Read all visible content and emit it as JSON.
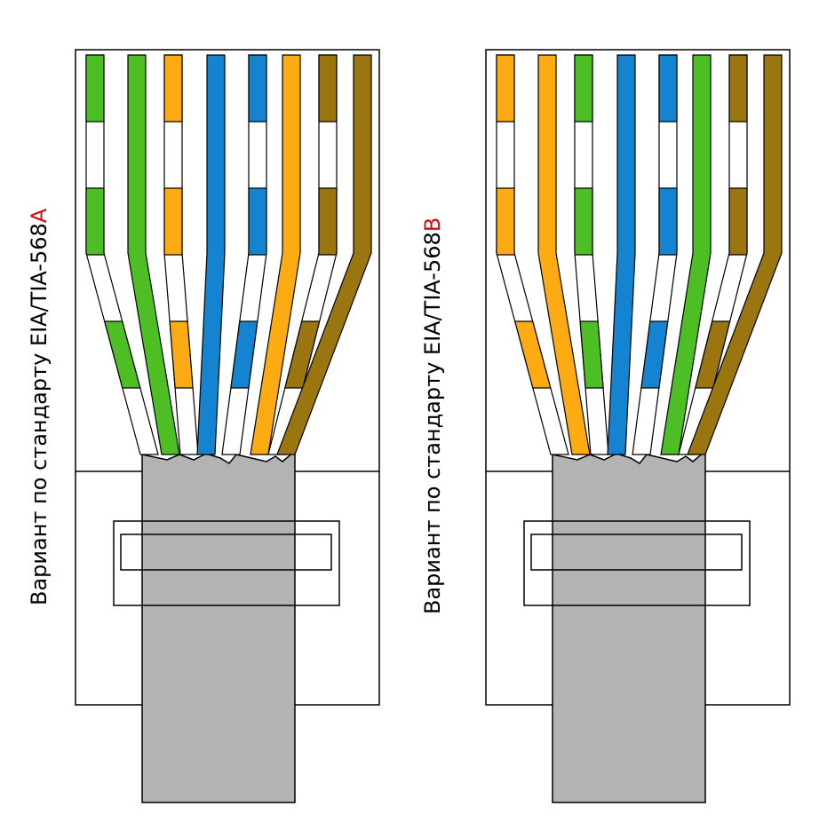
{
  "colors": {
    "green": "#4dbe23",
    "orange": "#fcab12",
    "blue": "#1483d0",
    "brown": "#9b7510",
    "white": "#ffffff",
    "jacket": "#b3b3b3",
    "outline": "#000000",
    "variant_letter": "#cc1111"
  },
  "panels": [
    {
      "label": "Вариант по стандарту EIA/TIA-568",
      "variant": "A",
      "wires": [
        {
          "color": "green",
          "striped": true
        },
        {
          "color": "green",
          "striped": false
        },
        {
          "color": "orange",
          "striped": true
        },
        {
          "color": "blue",
          "striped": false
        },
        {
          "color": "blue",
          "striped": true
        },
        {
          "color": "orange",
          "striped": false
        },
        {
          "color": "brown",
          "striped": true
        },
        {
          "color": "brown",
          "striped": false
        }
      ]
    },
    {
      "label": "Вариант по стандарту EIA/TIA-568",
      "variant": "B",
      "wires": [
        {
          "color": "orange",
          "striped": true
        },
        {
          "color": "orange",
          "striped": false
        },
        {
          "color": "green",
          "striped": true
        },
        {
          "color": "blue",
          "striped": false
        },
        {
          "color": "blue",
          "striped": true
        },
        {
          "color": "green",
          "striped": false
        },
        {
          "color": "brown",
          "striped": true
        },
        {
          "color": "brown",
          "striped": false
        }
      ]
    }
  ]
}
